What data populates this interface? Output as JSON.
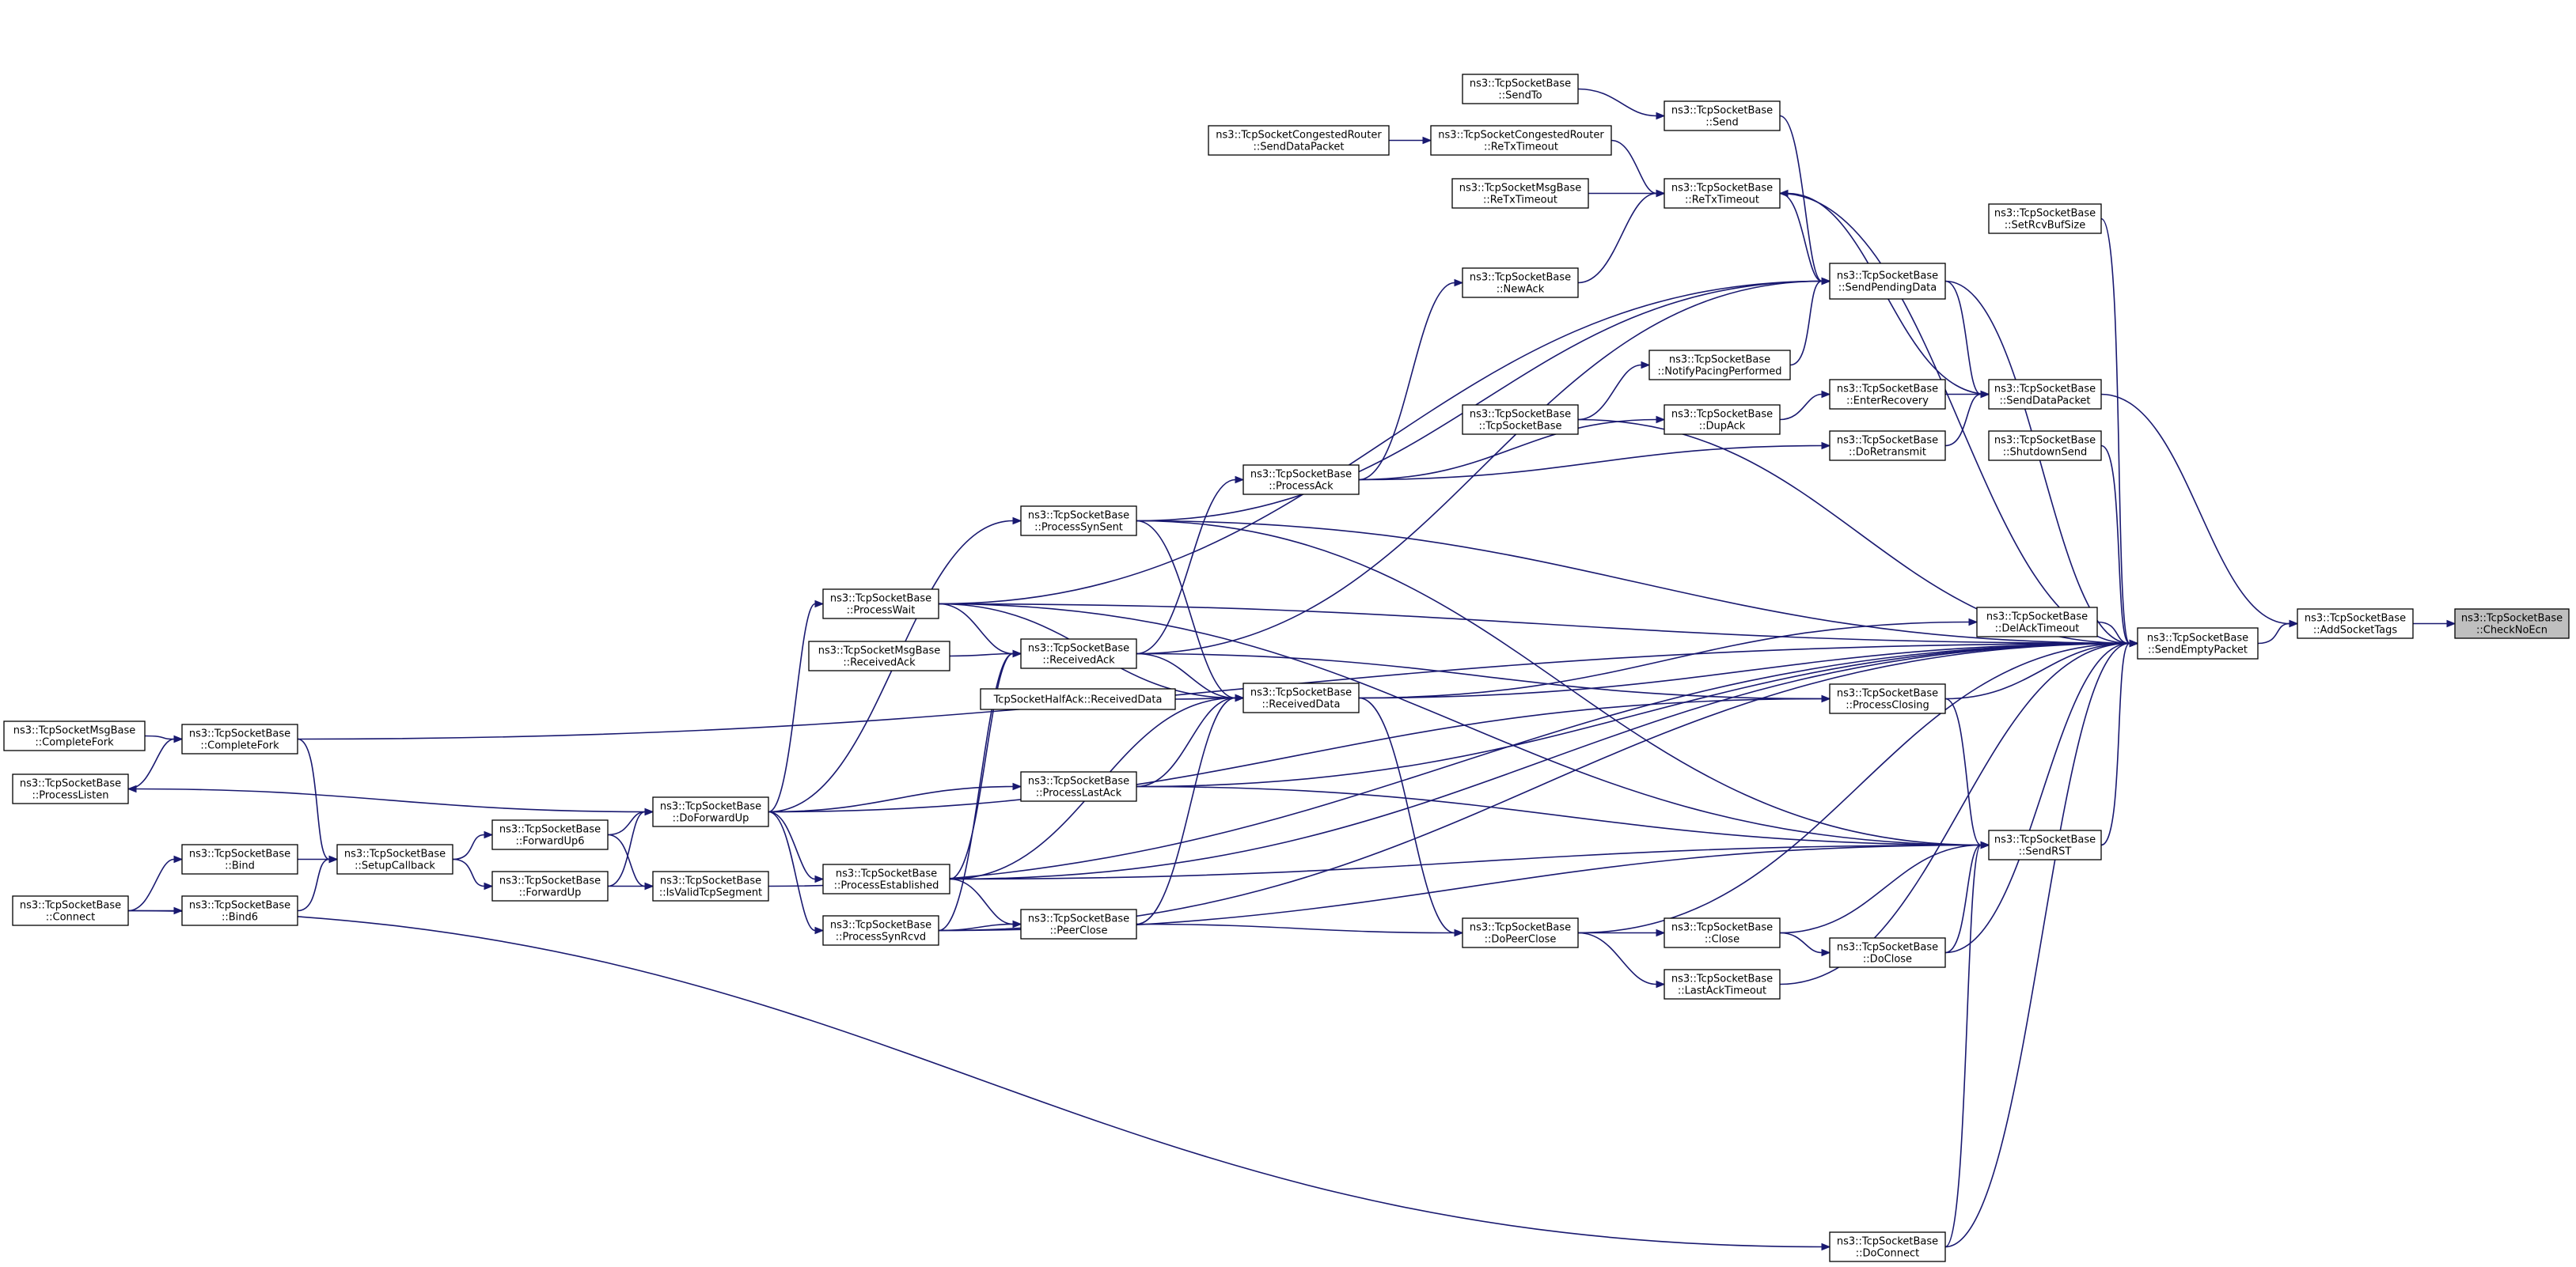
{
  "graph_title": "",
  "nodes": {
    "n_checknoecn": [
      "ns3::TcpSocketBase",
      "::CheckNoEcn"
    ],
    "n_addsockettags": [
      "ns3::TcpSocketBase",
      "::AddSocketTags"
    ],
    "n_sendemptypacket": [
      "ns3::TcpSocketBase",
      "::SendEmptyPacket"
    ],
    "n_senddatapacket": [
      "ns3::TcpSocketBase",
      "::SendDataPacket"
    ],
    "n_setrcvbufsize": [
      "ns3::TcpSocketBase",
      "::SetRcvBufSize"
    ],
    "n_shutdownsend": [
      "ns3::TcpSocketBase",
      "::ShutdownSend"
    ],
    "n_sendrst": [
      "ns3::TcpSocketBase",
      "::SendRST"
    ],
    "n_delacktimeout": [
      "ns3::TcpSocketBase",
      "::DelAckTimeout"
    ],
    "n_processclosing": [
      "ns3::TcpSocketBase",
      "::ProcessClosing"
    ],
    "n_enterrecovery": [
      "ns3::TcpSocketBase",
      "::EnterRecovery"
    ],
    "n_doretransmit": [
      "ns3::TcpSocketBase",
      "::DoRetransmit"
    ],
    "n_doconnect": [
      "ns3::TcpSocketBase",
      "::DoConnect"
    ],
    "n_sendpendingdata": [
      "ns3::TcpSocketBase",
      "::SendPendingData"
    ],
    "n_retxtimeout": [
      "ns3::TcpSocketBase",
      "::ReTxTimeout"
    ],
    "n_send": [
      "ns3::TcpSocketBase",
      "::Send"
    ],
    "n_dupack": [
      "ns3::TcpSocketBase",
      "::DupAck"
    ],
    "n_notifypacing": [
      "ns3::TcpSocketBase",
      "::NotifyPacingPerformed"
    ],
    "n_close": [
      "ns3::TcpSocketBase",
      "::Close"
    ],
    "n_lastacktimeout": [
      "ns3::TcpSocketBase",
      "::LastAckTimeout"
    ],
    "n_doclose": [
      "ns3::TcpSocketBase",
      "::DoClose"
    ],
    "n_sendto": [
      "ns3::TcpSocketBase",
      "::SendTo"
    ],
    "n_congretx": [
      "ns3::TcpSocketCongestedRouter",
      "::ReTxTimeout"
    ],
    "n_msgretx": [
      "ns3::TcpSocketMsgBase",
      "::ReTxTimeout"
    ],
    "n_newack": [
      "ns3::TcpSocketBase",
      "::NewAck"
    ],
    "n_tcpsocketbase": [
      "ns3::TcpSocketBase",
      "::TcpSocketBase"
    ],
    "n_dopeerclose": [
      "ns3::TcpSocketBase",
      "::DoPeerClose"
    ],
    "n_congsenddata": [
      "ns3::TcpSocketCongestedRouter",
      "::SendDataPacket"
    ],
    "n_processack": [
      "ns3::TcpSocketBase",
      "::ProcessAck"
    ],
    "n_receiveddata": [
      "ns3::TcpSocketBase",
      "::ReceivedData"
    ],
    "n_halfack": [
      "TcpSocketHalfAck::ReceivedData"
    ],
    "n_processsynsent": [
      "ns3::TcpSocketBase",
      "::ProcessSynSent"
    ],
    "n_receivedack": [
      "ns3::TcpSocketBase",
      "::ReceivedAck"
    ],
    "n_processlastack": [
      "ns3::TcpSocketBase",
      "::ProcessLastAck"
    ],
    "n_peerclose": [
      "ns3::TcpSocketBase",
      "::PeerClose"
    ],
    "n_processwait": [
      "ns3::TcpSocketBase",
      "::ProcessWait"
    ],
    "n_msgreceivedack": [
      "ns3::TcpSocketMsgBase",
      "::ReceivedAck"
    ],
    "n_processestablished": [
      "ns3::TcpSocketBase",
      "::ProcessEstablished"
    ],
    "n_processsynrcvd": [
      "ns3::TcpSocketBase",
      "::ProcessSynRcvd"
    ],
    "n_doforwardup": [
      "ns3::TcpSocketBase",
      "::DoForwardUp"
    ],
    "n_forwardup6": [
      "ns3::TcpSocketBase",
      "::ForwardUp6"
    ],
    "n_forwardup": [
      "ns3::TcpSocketBase",
      "::ForwardUp"
    ],
    "n_isvalidtcpsegment": [
      "ns3::TcpSocketBase",
      "::IsValidTcpSegment"
    ],
    "n_setupcallback": [
      "ns3::TcpSocketBase",
      "::SetupCallback"
    ],
    "n_completefork": [
      "ns3::TcpSocketBase",
      "::CompleteFork"
    ],
    "n_processlisten": [
      "ns3::TcpSocketBase",
      "::ProcessListen"
    ],
    "n_bind": [
      "ns3::TcpSocketBase",
      "::Bind"
    ],
    "n_bind6": [
      "ns3::TcpSocketBase",
      "::Bind6"
    ],
    "n_msgcompletefork": [
      "ns3::TcpSocketMsgBase",
      "::CompleteFork"
    ],
    "n_connect": [
      "ns3::TcpSocketBase",
      "::Connect"
    ]
  },
  "edges": [
    [
      "n_addsockettags",
      "n_checknoecn"
    ],
    [
      "n_sendemptypacket",
      "n_addsockettags"
    ],
    [
      "n_senddatapacket",
      "n_addsockettags"
    ],
    [
      "n_delacktimeout",
      "n_sendemptypacket"
    ],
    [
      "n_processclosing",
      "n_sendemptypacket"
    ],
    [
      "n_sendrst",
      "n_sendemptypacket"
    ],
    [
      "n_setrcvbufsize",
      "n_sendemptypacket"
    ],
    [
      "n_shutdownsend",
      "n_sendemptypacket"
    ],
    [
      "n_sendpendingdata",
      "n_sendemptypacket"
    ],
    [
      "n_retxtimeout",
      "n_sendemptypacket"
    ],
    [
      "n_tcpsocketbase",
      "n_sendemptypacket"
    ],
    [
      "n_processsynsent",
      "n_sendemptypacket"
    ],
    [
      "n_processwait",
      "n_sendemptypacket"
    ],
    [
      "n_receiveddata",
      "n_sendemptypacket"
    ],
    [
      "n_processlastack",
      "n_sendemptypacket"
    ],
    [
      "n_doclose",
      "n_sendemptypacket"
    ],
    [
      "n_lastacktimeout",
      "n_sendemptypacket"
    ],
    [
      "n_doconnect",
      "n_sendemptypacket"
    ],
    [
      "n_dopeerclose",
      "n_sendemptypacket"
    ],
    [
      "n_processsynrcvd",
      "n_sendemptypacket"
    ],
    [
      "n_processestablished",
      "n_sendemptypacket"
    ],
    [
      "n_isvalidtcpsegment",
      "n_sendemptypacket"
    ],
    [
      "n_completefork",
      "n_sendemptypacket"
    ],
    [
      "n_connect",
      "n_doconnect"
    ],
    [
      "n_enterrecovery",
      "n_senddatapacket"
    ],
    [
      "n_doretransmit",
      "n_senddatapacket"
    ],
    [
      "n_sendpendingdata",
      "n_senddatapacket"
    ],
    [
      "n_dupack",
      "n_enterrecovery"
    ],
    [
      "n_processack",
      "n_doretransmit"
    ],
    [
      "n_send",
      "n_sendpendingdata"
    ],
    [
      "n_retxtimeout",
      "n_sendpendingdata"
    ],
    [
      "n_notifypacing",
      "n_sendpendingdata"
    ],
    [
      "n_processsynsent",
      "n_sendpendingdata"
    ],
    [
      "n_receivedack",
      "n_sendpendingdata"
    ],
    [
      "n_processwait",
      "n_sendpendingdata"
    ],
    [
      "n_sendto",
      "n_send"
    ],
    [
      "n_congretx",
      "n_retxtimeout"
    ],
    [
      "n_msgretx",
      "n_retxtimeout"
    ],
    [
      "n_newack",
      "n_retxtimeout"
    ],
    [
      "n_senddatapacket",
      "n_retxtimeout"
    ],
    [
      "n_congsenddata",
      "n_congretx"
    ],
    [
      "n_tcpsocketbase",
      "n_notifypacing"
    ],
    [
      "n_processack",
      "n_dupack"
    ],
    [
      "n_processack",
      "n_newack"
    ],
    [
      "n_receivedack",
      "n_processack"
    ],
    [
      "n_processclosing",
      "n_sendrst"
    ],
    [
      "n_close",
      "n_sendrst"
    ],
    [
      "n_doclose",
      "n_sendrst"
    ],
    [
      "n_doconnect",
      "n_sendrst"
    ],
    [
      "n_processsynsent",
      "n_sendrst"
    ],
    [
      "n_processwait",
      "n_sendrst"
    ],
    [
      "n_processlastack",
      "n_sendrst"
    ],
    [
      "n_processestablished",
      "n_sendrst"
    ],
    [
      "n_processsynrcvd",
      "n_sendrst"
    ],
    [
      "n_receiveddata",
      "n_delacktimeout"
    ],
    [
      "n_receivedack",
      "n_processclosing"
    ],
    [
      "n_doforwardup",
      "n_processclosing"
    ],
    [
      "n_dopeerclose",
      "n_close"
    ],
    [
      "n_close",
      "n_doclose"
    ],
    [
      "n_dopeerclose",
      "n_lastacktimeout"
    ],
    [
      "n_receiveddata",
      "n_dopeerclose"
    ],
    [
      "n_peerclose",
      "n_dopeerclose"
    ],
    [
      "n_processsynsent",
      "n_receiveddata"
    ],
    [
      "n_processwait",
      "n_receiveddata"
    ],
    [
      "n_receivedack",
      "n_receiveddata"
    ],
    [
      "n_halfack",
      "n_receiveddata"
    ],
    [
      "n_processlastack",
      "n_receiveddata"
    ],
    [
      "n_processestablished",
      "n_receiveddata"
    ],
    [
      "n_peerclose",
      "n_receiveddata"
    ],
    [
      "n_msgreceivedack",
      "n_receivedack"
    ],
    [
      "n_processwait",
      "n_receivedack"
    ],
    [
      "n_processestablished",
      "n_receivedack"
    ],
    [
      "n_processsynrcvd",
      "n_receivedack"
    ],
    [
      "n_processestablished",
      "n_peerclose"
    ],
    [
      "n_processsynrcvd",
      "n_peerclose"
    ],
    [
      "n_doforwardup",
      "n_processsynsent"
    ],
    [
      "n_doforwardup",
      "n_processwait"
    ],
    [
      "n_doforwardup",
      "n_processlastack"
    ],
    [
      "n_doforwardup",
      "n_processestablished"
    ],
    [
      "n_doforwardup",
      "n_processsynrcvd"
    ],
    [
      "n_doforwardup",
      "n_processlisten"
    ],
    [
      "n_forwardup6",
      "n_doforwardup"
    ],
    [
      "n_forwardup",
      "n_doforwardup"
    ],
    [
      "n_forwardup6",
      "n_isvalidtcpsegment"
    ],
    [
      "n_forwardup",
      "n_isvalidtcpsegment"
    ],
    [
      "n_setupcallback",
      "n_forwardup6"
    ],
    [
      "n_setupcallback",
      "n_forwardup"
    ],
    [
      "n_completefork",
      "n_setupcallback"
    ],
    [
      "n_bind",
      "n_setupcallback"
    ],
    [
      "n_bind6",
      "n_setupcallback"
    ],
    [
      "n_msgcompletefork",
      "n_completefork"
    ],
    [
      "n_processlisten",
      "n_completefork"
    ],
    [
      "n_connect",
      "n_bind"
    ],
    [
      "n_connect",
      "n_bind6"
    ]
  ]
}
